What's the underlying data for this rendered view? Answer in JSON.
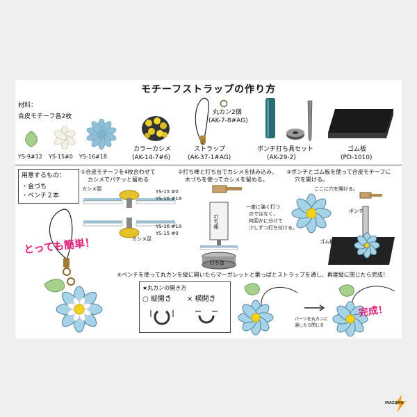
{
  "title": "モチーフストラップの作り方",
  "materials": {
    "heading": "材料：",
    "motif_note": "合皮モチーフ各2枚",
    "items": [
      {
        "code": "YS-9#12"
      },
      {
        "code": "YS-15#0"
      },
      {
        "code": "YS-16#18"
      },
      {
        "name": "カラーカシメ",
        "code": "(AK-14-7#6)"
      },
      {
        "name": "ストラップ",
        "code": "(AK-37-1#AG)"
      },
      {
        "name": "丸カン2個",
        "code": "(AK-7-8#AG)"
      },
      {
        "name": "ポンチ打ち具セット",
        "code": "(AK-29-2)"
      },
      {
        "name": "ゴム板",
        "code": "(PD-1010)"
      }
    ]
  },
  "tools": {
    "heading": "用意するもの：",
    "items": [
      "・金づち",
      "・ペンチ２本"
    ]
  },
  "slogan": "とっても簡単！",
  "steps": {
    "s1": {
      "line1": "①合皮モチーフを4枚合わせて",
      "line2": "カシメでパチッと留める",
      "label_kashime_atama": "カシメ頭",
      "label_kashime_ashi": "カシメ足",
      "layer_a": "YS-15 #0",
      "layer_b": "YS-16 #18"
    },
    "s2": {
      "line1": "②打ち棒と打ち台でカシメを挟み込み、",
      "line2": "木づちを使ってカシメを留める。",
      "label_bar": "打ち棒",
      "label_stand": "打ち台",
      "note1": "一度に強く打つ",
      "note2": "のではなく、",
      "note3": "何回かに分けて",
      "note4": "少しずつ打ち付ける。"
    },
    "s3": {
      "line1": "③ポンチとゴム板を使って合皮モチーフに",
      "line2": "穴を開ける。",
      "label_hole": "ここに穴を開ける。",
      "label_punch": "ポンチ",
      "label_rubber": "ゴム板"
    },
    "s4": {
      "line": "④ペンチを使って丸カンを縦に開いたらマーガレットと葉っぱとストラップを通し、再度縦に閉じたら完成！",
      "box_title": "★丸カンの開き方",
      "ok": "○ 縦開き",
      "ng": "× 横開き",
      "note1": "パーツを丸カンに",
      "note2": "通したら閉じる",
      "done": "完成！"
    }
  },
  "logo": "INAZUMA",
  "colors": {
    "petal": "#9fd0e6",
    "petal_edge": "#3c6f8a",
    "center": "#f2d21b",
    "leaf": "#a8d08d",
    "accent": "#e0207a"
  }
}
